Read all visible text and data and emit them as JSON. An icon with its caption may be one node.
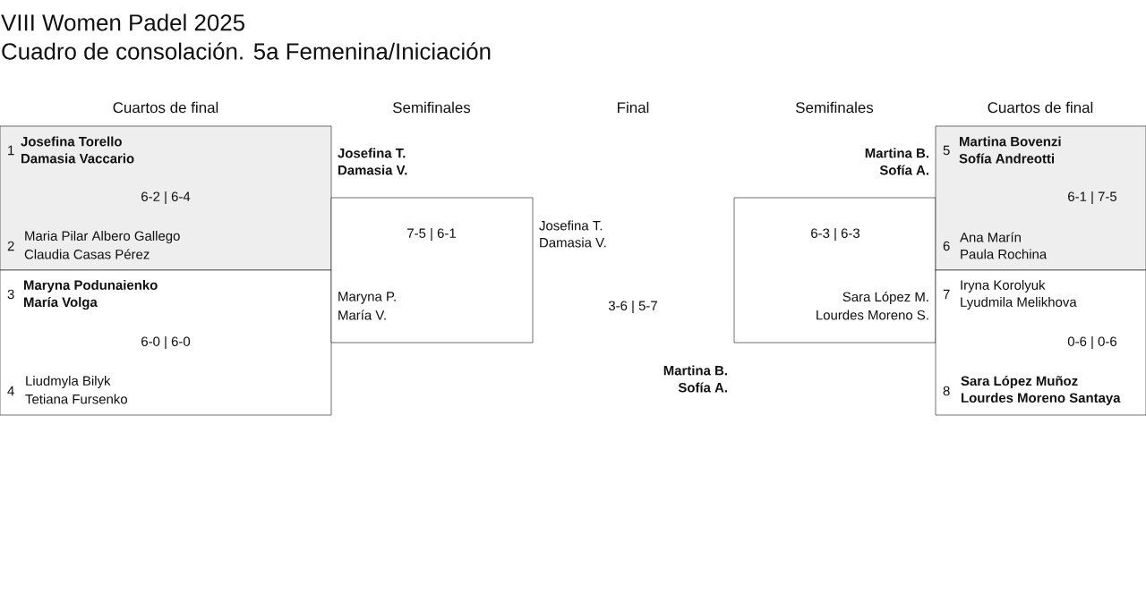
{
  "diagram": {
    "title": "VIII Women Padel 2025",
    "nodes": [
      {
        "text": [
          "1",
          "**Josefina Torello**",
          "**Damasia Vaccario**",
          "6-2 | 6-4",
          "2",
          "Maria Pilar Albero Gallego",
          "Claudia Casas Pérez"
        ]
      },
      {
        "text": [
          "3",
          "**Maryna Podunaienko**",
          "**María Volga**",
          "6-0 | 6-0",
          "4",
          "Liudmyla Bilyk",
          "Tetiana Fursenko"
        ]
      },
      {
        "text": [
          "**Josefina T.**",
          "**Damasia V.**",
          "7-5 | 6-1",
          "Maryna P.",
          "María V."
        ]
      },
      {
        "text": [
          "Josefina T.",
          "Damasia V.",
          "3-6 | 5-7",
          "**Martina B.**",
          "**Sofía A.**"
        ]
      },
      {
        "text": [
          "**Martina B.**",
          "**Sofía A.**",
          "6-3 | 6-3",
          "Sara López M.",
          "Lourdes Moreno S."
        ]
      },
      {
        "text": [
          "5",
          "**Martina Bovenzi**",
          "**Sofía Andreotti**",
          "6-1 | 7-5",
          "6",
          "Ana Marín",
          "Paula Rochina"
        ]
      },
      {
        "text": [
          "7",
          "Iryna Korolyuk",
          "Lyudmila Melikhova",
          "0-6 | 0-6",
          "8",
          "**Sara López Muñoz**",
          "**Lourdes Moreno Santaya**"
        ]
      }
    ],
    "labels": [
      "Cuadro de consolación. 5a Femenina/Iniciación",
      "Cuartos de final",
      "Semifinales",
      "Final",
      "Semifinales",
      "Cuartos de final"
    ]
  }
}
